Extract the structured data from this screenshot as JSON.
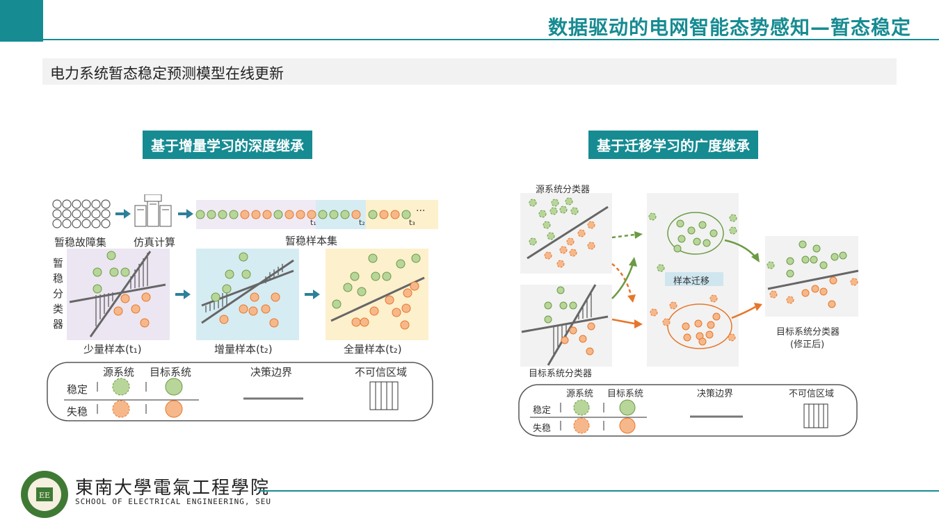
{
  "header": {
    "title": "数据驱动的电网智能态势感知—暂态稳定"
  },
  "subtitle": "电力系统暂态稳定预测模型在线更新",
  "left": {
    "heading": "基于增量学习的深度继承",
    "fault_set_label": "暂稳故障集",
    "sim_label": "仿真计算",
    "sample_set_label": "暂稳样本集",
    "ellipsis": "···",
    "t1": "t₁",
    "t2": "t₂",
    "t3": "t₃",
    "classifier_label": [
      "暂",
      "稳",
      "分",
      "类",
      "器"
    ],
    "panel1_label": "少量样本(t₁)",
    "panel2_label": "增量样本(t₂)",
    "panel3_label": "全量样本(t₂)",
    "legend": {
      "source": "源系统",
      "target": "目标系统",
      "boundary": "决策边界",
      "untrusted": "不可信区域",
      "stable": "稳定",
      "unstable": "失稳"
    }
  },
  "right": {
    "heading": "基于迁移学习的广度继承",
    "source_classifier": "源系统分类器",
    "target_classifier": "目标系统分类器",
    "transfer_label": "样本迁移",
    "updated_classifier": "目标系统分类器",
    "updated_note": "(修正后)",
    "legend": {
      "source": "源系统",
      "target": "目标系统",
      "boundary": "决策边界",
      "untrusted": "不可信区域",
      "stable": "稳定",
      "unstable": "失稳"
    }
  },
  "footer": {
    "school_cn": "東南大學電氣工程學院",
    "school_en": "SCHOOL OF ELECTRICAL ENGINEERING, SEU",
    "seal_text": "EE"
  },
  "colors": {
    "teal": "#168b92",
    "green": "#b8d59a",
    "green_stroke": "#6b9a44",
    "orange": "#f6b88a",
    "orange_stroke": "#e6762a"
  }
}
